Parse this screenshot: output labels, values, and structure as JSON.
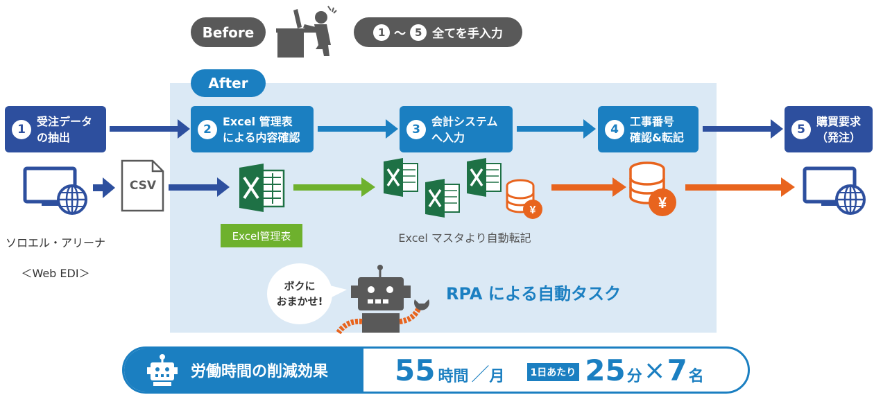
{
  "before": {
    "label": "Before",
    "note_num1": "1",
    "note_tilde": "〜",
    "note_num5": "5",
    "note_text": "全てを手入力"
  },
  "after": {
    "label": "After"
  },
  "steps": [
    {
      "num": "1",
      "text": "受注データ\nの抽出"
    },
    {
      "num": "2",
      "text": "Excel 管理表\nによる内容確認"
    },
    {
      "num": "3",
      "text": "会計システム\nへ入力"
    },
    {
      "num": "4",
      "text": "工事番号\n確認&転記"
    },
    {
      "num": "5",
      "text": "購買要求\n（発注）"
    }
  ],
  "source": {
    "line1": "ソロエル・アリーナ",
    "line2": "＜Web EDI＞"
  },
  "csv_label": "CSV",
  "excel_tag": "Excel管理表",
  "master_label": "Excel マスタより自動転記",
  "bubble": "ボクに\nおまかせ!",
  "rpa_label": "RPA による自動タスク",
  "summary": {
    "title": "労働時間の削減効果",
    "hours_value": "55",
    "hours_unit": "時間",
    "slash": "／",
    "per": "月",
    "per_day_badge": "1日あたり",
    "minutes_value": "25",
    "minutes_unit": "分",
    "times": "×",
    "people_value": "7",
    "people_unit": "名"
  },
  "colors": {
    "dark_blue": "#2d4f9e",
    "blue": "#1b7fc1",
    "green": "#6eb12d",
    "orange": "#e8641e",
    "panel": "#dbe9f5"
  }
}
